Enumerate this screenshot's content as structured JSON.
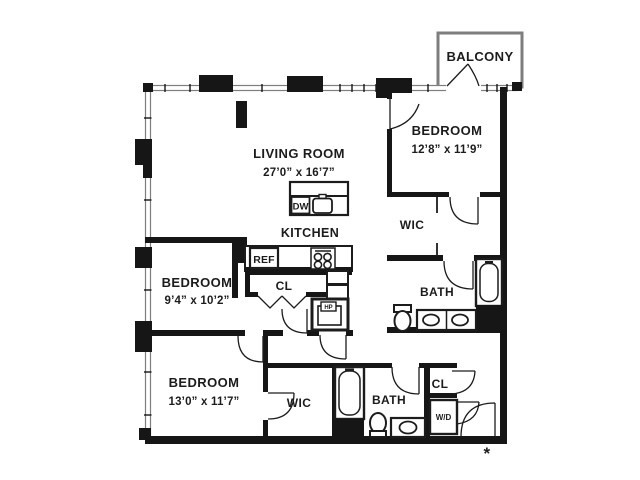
{
  "rooms": {
    "balcony": {
      "label": "BALCONY"
    },
    "living_room": {
      "label": "LIVING ROOM",
      "dimensions": "27’0” x 16’7”"
    },
    "bedroom_top_right": {
      "label": "BEDROOM",
      "dimensions": "12’8” x 11’9”"
    },
    "bedroom_mid_left": {
      "label": "BEDROOM",
      "dimensions": "9’4” x 10’2”"
    },
    "bedroom_bottom_left": {
      "label": "BEDROOM",
      "dimensions": "13’0” x 11’7”"
    },
    "kitchen": {
      "label": "KITCHEN"
    },
    "wic_top_right": {
      "label": "WIC"
    },
    "wic_bottom": {
      "label": "WIC"
    },
    "bath_top_right": {
      "label": "BATH"
    },
    "bath_bottom": {
      "label": "BATH"
    },
    "closet_kitchen": {
      "label": "CL"
    },
    "closet_bottom_right": {
      "label": "CL"
    }
  },
  "appliances": {
    "dishwasher": "DW",
    "refrigerator": "REF",
    "washer_dryer": "W/D",
    "heat_pump": "HP"
  },
  "annotations": {
    "asterisk": "*"
  },
  "colors": {
    "wall": "#161616",
    "window_wall": "#7e7e7e",
    "background": "#ffffff",
    "text": "#1c1c1c"
  }
}
